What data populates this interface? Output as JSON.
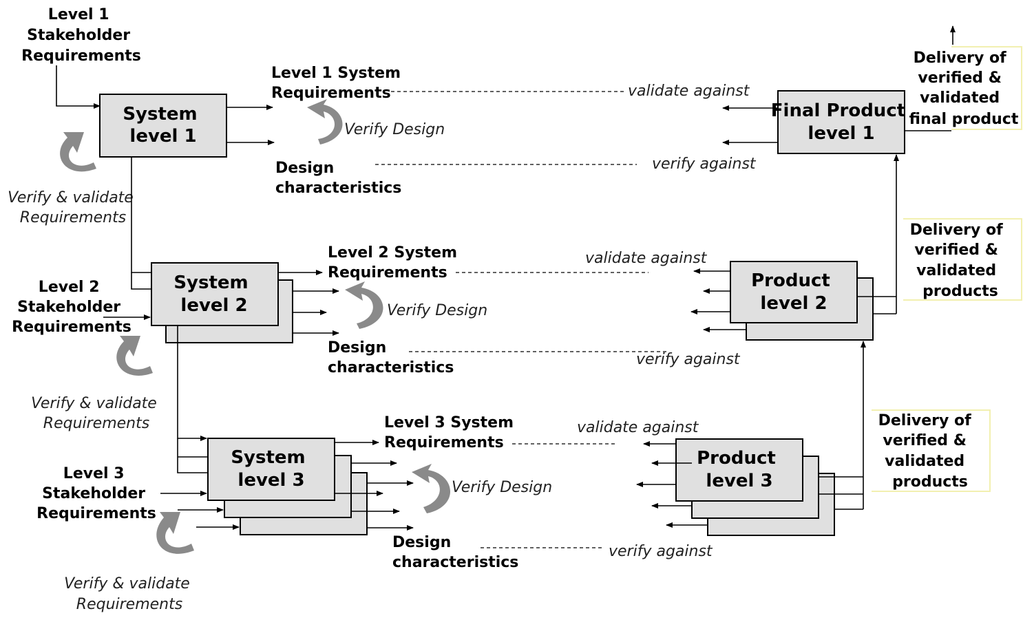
{
  "colors": {
    "box_fill": "#e0e0e0",
    "curl": "#8a8a8a",
    "text": "#000000"
  },
  "level1": {
    "stakeholder": [
      "Level 1",
      "Stakeholder",
      "Requirements"
    ],
    "system_box": [
      "System",
      "level 1"
    ],
    "sys_req": [
      "Level 1 System",
      "Requirements"
    ],
    "design": [
      "Design",
      "characteristics"
    ],
    "verify_design": "Verify Design",
    "verify_validate": [
      "Verify & validate",
      "Requirements"
    ],
    "validate_against": "validate against",
    "verify_against": "verify against",
    "product_box": [
      "Final Product",
      "level 1"
    ],
    "delivery": [
      "Delivery of",
      "verified &",
      "validated",
      "final product"
    ]
  },
  "level2": {
    "stakeholder": [
      "Level 2",
      "Stakeholder",
      "Requirements"
    ],
    "system_box": [
      "System",
      "level 2"
    ],
    "sys_req": [
      "Level 2 System",
      "Requirements"
    ],
    "design": [
      "Design",
      "characteristics"
    ],
    "verify_design": "Verify Design",
    "verify_validate": [
      "Verify & validate",
      "Requirements"
    ],
    "validate_against": "validate against",
    "verify_against": "verify against",
    "product_box": [
      "Product",
      "level 2"
    ],
    "delivery": [
      "Delivery of",
      "verified &",
      "validated",
      "products"
    ]
  },
  "level3": {
    "stakeholder": [
      "Level 3",
      "Stakeholder",
      "Requirements"
    ],
    "system_box": [
      "System",
      "level 3"
    ],
    "sys_req": [
      "Level 3 System",
      "Requirements"
    ],
    "design": [
      "Design",
      "characteristics"
    ],
    "verify_design": "Verify Design",
    "verify_validate": [
      "Verify & validate",
      "Requirements"
    ],
    "validate_against": "validate against",
    "verify_against": "verify against",
    "product_box": [
      "Product",
      "level 3"
    ],
    "delivery": [
      "Delivery of",
      "verified &",
      "validated",
      "products"
    ]
  }
}
